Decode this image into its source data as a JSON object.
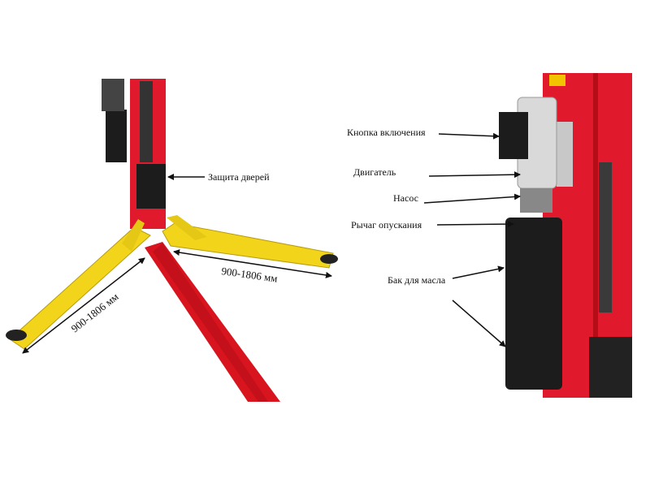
{
  "left_photo": {
    "door_guard_label": "Защита дверей",
    "arm_left_dimension": "900-1806 мм",
    "arm_right_dimension": "900-1806 мм"
  },
  "right_photo": {
    "power_button_label": "Кнопка включения",
    "motor_label": "Двигатель",
    "pump_label": "Насос",
    "lowering_lever_label": "Рычаг опускания",
    "oil_tank_label": "Бак для масла"
  },
  "colors": {
    "column_red": "#e0192c",
    "arm_yellow": "#f2d51b",
    "black": "#1c1c1c"
  }
}
